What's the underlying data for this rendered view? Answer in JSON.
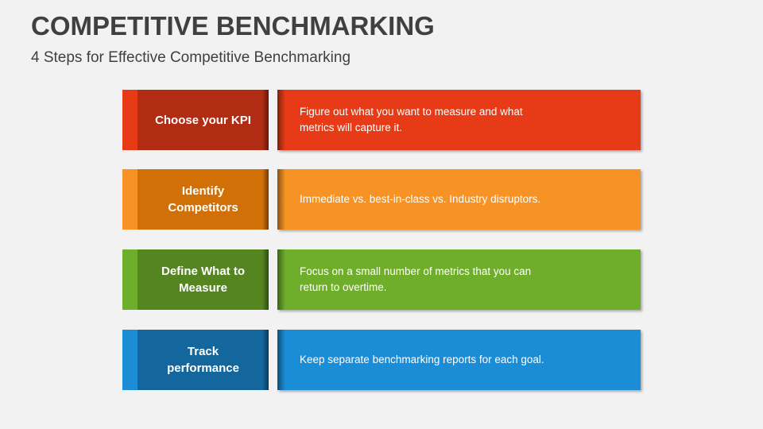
{
  "header": {
    "title": "COMPETITIVE BENCHMARKING",
    "subtitle": "4 Steps for Effective Competitive Benchmarking"
  },
  "steps": [
    {
      "label": "Choose your KPI",
      "description": "Figure out what you want to measure and what metrics will capture it.",
      "colors": {
        "accent": "#e63b16",
        "label_bg": "#b12c12",
        "desc_bg": "#e63b16"
      }
    },
    {
      "label": "Identify Competitors",
      "description": "Immediate vs. best-in-class vs. Industry disruptors.",
      "colors": {
        "accent": "#f79324",
        "label_bg": "#d07006",
        "desc_bg": "#f79324"
      }
    },
    {
      "label": "Define What to Measure",
      "description": "Focus on a small number of metrics that you can return to overtime.",
      "colors": {
        "accent": "#6fae2b",
        "label_bg": "#558520",
        "desc_bg": "#6fae2b"
      }
    },
    {
      "label": "Track performance",
      "description": "Keep separate benchmarking reports for each goal.",
      "colors": {
        "accent": "#1b8cd6",
        "label_bg": "#13679d",
        "desc_bg": "#1b8cd6"
      }
    }
  ]
}
